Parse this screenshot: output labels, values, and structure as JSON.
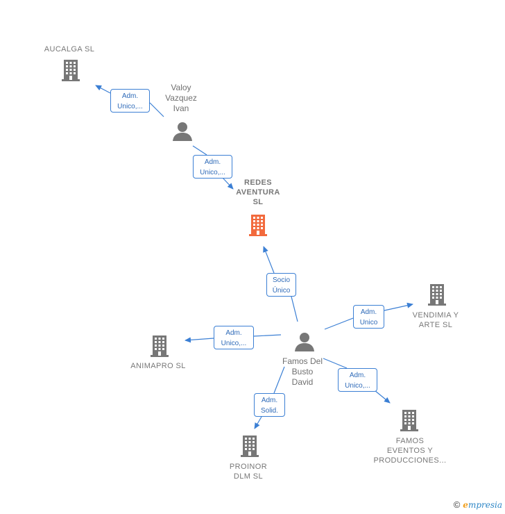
{
  "colors": {
    "edge": "#3b7fd4",
    "node": "#777777",
    "focus": "#f26a3d"
  },
  "nodes": {
    "aucalga": {
      "label": "AUCALGA  SL",
      "type": "company"
    },
    "valoy": {
      "label": "Valoy\nVazquez\nIvan",
      "type": "person"
    },
    "redes": {
      "label": "REDES\nAVENTURA\nSL",
      "type": "focus-company"
    },
    "vendimia": {
      "label": "VENDIMIA Y\nARTE  SL",
      "type": "company"
    },
    "animapro": {
      "label": "ANIMAPRO SL",
      "type": "company"
    },
    "famos_person": {
      "label": "Famos Del\nBusto\nDavid",
      "type": "person"
    },
    "proinor": {
      "label": "PROINOR\nDLM  SL",
      "type": "company"
    },
    "famos_eventos": {
      "label": "FAMOS\nEVENTOS Y\nPRODUCCIONES...",
      "type": "company"
    }
  },
  "edges": {
    "valoy_aucalga": "Adm.\nUnico,...",
    "valoy_redes": "Adm.\nUnico,...",
    "famos_redes": "Socio\nÚnico",
    "famos_vendimia": "Adm.\nUnico",
    "famos_animapro": "Adm.\nUnico,...",
    "famos_eventos": "Adm.\nUnico,...",
    "famos_proinor": "Adm.\nSolid."
  },
  "footer": {
    "copyright": "©",
    "brand_initial": "e",
    "brand_rest": "mpresia"
  }
}
